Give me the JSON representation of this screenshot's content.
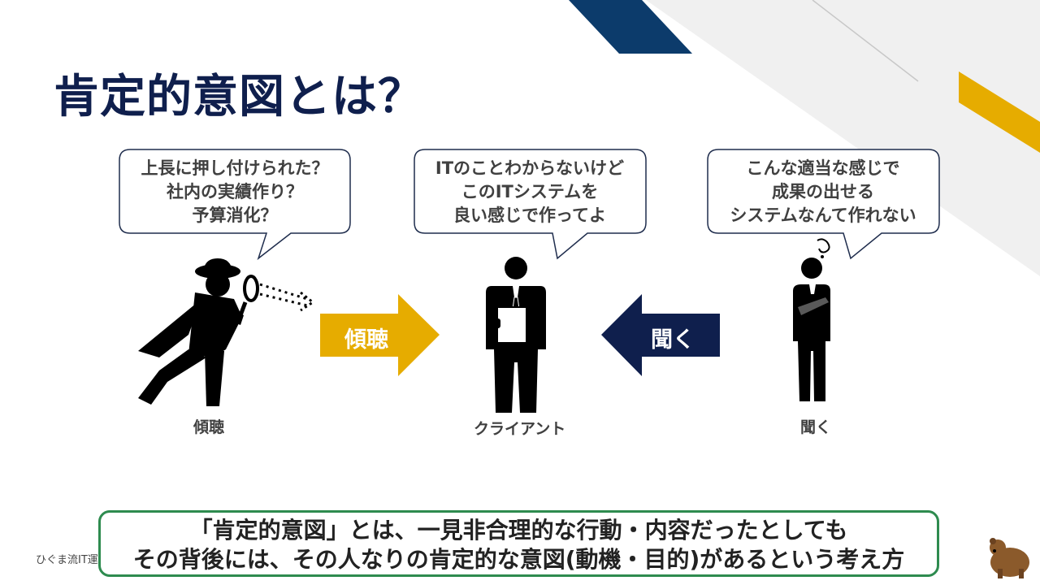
{
  "title": "肯定的意図とは？",
  "bubbles": [
    {
      "lines": [
        "上長に押し付けられた？",
        "社内の実績作り？",
        "予算消化？"
      ]
    },
    {
      "lines": [
        "ITのことわからないけど",
        "このITシステムを",
        "良い感じで作ってよ"
      ]
    },
    {
      "lines": [
        "こんな適当な感じで",
        "成果の出せる",
        "システムなんて作れない"
      ]
    }
  ],
  "figures": {
    "detective_label": "傾聴",
    "client_label": "クライアント",
    "listener_label": "聞く"
  },
  "arrows": {
    "right_label": "傾聴",
    "left_label": "聞く"
  },
  "footer": {
    "line1": "「肯定的意図」とは、一見非合理的な行動・内容だったとしても",
    "line2": "その背後には、その人なりの肯定的な意図(動機・目的)があるという考え方"
  },
  "credit": "ひぐま流IT運",
  "colors": {
    "navy": "#0f1f4d",
    "gold": "#e6ac00",
    "green": "#2e8b4f",
    "gray": "#404040"
  }
}
